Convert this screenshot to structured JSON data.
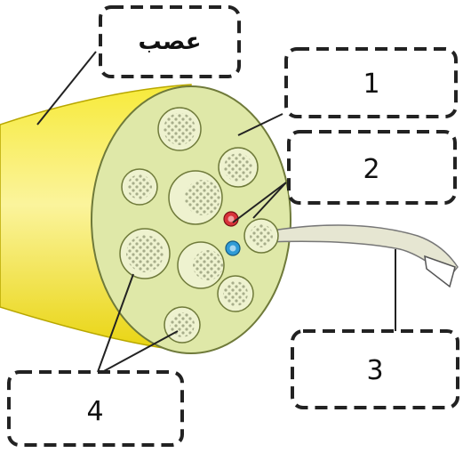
{
  "labels": {
    "nerve": "عصب",
    "box1": "1",
    "box2": "2",
    "box3": "3",
    "box4": "4"
  },
  "colors": {
    "nerve_body": "#f2e21a",
    "nerve_highlight": "#fbf4a0",
    "cross_section": "#dfe8a8",
    "fascicle_fill": "#eef2cf",
    "fascicle_dots": "#a7ad8a",
    "artery": "#d8323a",
    "vein": "#2f9bd6",
    "outline": "#222222"
  }
}
